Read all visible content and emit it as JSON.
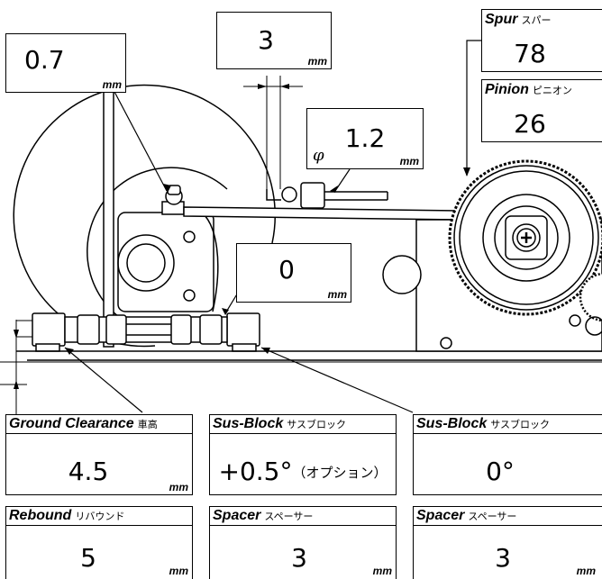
{
  "callouts": {
    "top_gap": {
      "value": "0.7",
      "unit": "mm"
    },
    "width": {
      "value": "3",
      "unit": "mm"
    },
    "rod": {
      "symbol": "φ",
      "value": "1.2",
      "unit": "mm"
    },
    "side_gap": {
      "value": "0",
      "unit": "mm"
    }
  },
  "gears": {
    "spur": {
      "title": "Spur",
      "title_jp": "スパー",
      "value": "78"
    },
    "pinion": {
      "title": "Pinion",
      "title_jp": "ピニオン",
      "value": "26"
    }
  },
  "settings": {
    "ground_clearance": {
      "title": "Ground Clearance",
      "title_jp": "車高",
      "value": "4.5",
      "unit": "mm"
    },
    "sus_block_front": {
      "title": "Sus-Block",
      "title_jp": "サスブロック",
      "value": "+0.5°",
      "note": "（オプション）"
    },
    "sus_block_rear": {
      "title": "Sus-Block",
      "title_jp": "サスブロック",
      "value": "0°"
    },
    "rebound": {
      "title": "Rebound",
      "title_jp": "リバウンド",
      "value": "5",
      "unit": "mm"
    },
    "spacer_front": {
      "title": "Spacer",
      "title_jp": "スペーサー",
      "value": "3",
      "unit": "mm"
    },
    "spacer_rear": {
      "title": "Spacer",
      "title_jp": "スペーサー",
      "value": "3",
      "unit": "mm"
    }
  }
}
